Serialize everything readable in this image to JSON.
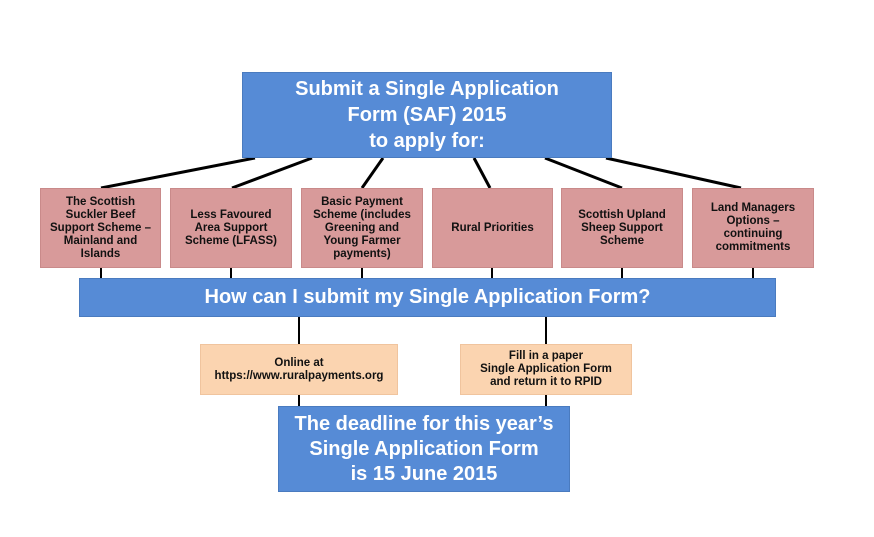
{
  "header": {
    "title": "Submit a Single Application\nForm (SAF) 2015\nto apply for:"
  },
  "schemes": [
    {
      "label": "The Scottish\nSuckler Beef\nSupport Scheme –\nMainland and\nIslands"
    },
    {
      "label": "Less Favoured\nArea Support\nScheme (LFASS)"
    },
    {
      "label": "Basic Payment\nScheme (includes\nGreening and\nYoung Farmer\npayments)"
    },
    {
      "label": "Rural Priorities"
    },
    {
      "label": "Scottish Upland\nSheep Support\nScheme"
    },
    {
      "label": "Land Managers\nOptions –\ncontinuing\ncommitments"
    }
  ],
  "question": {
    "label": "How can I submit my Single Application Form?"
  },
  "options": [
    {
      "label": "Online at\nhttps://www.ruralpayments.org"
    },
    {
      "label": "Fill in a paper\nSingle Application Form\nand return it to RPID"
    }
  ],
  "deadline": {
    "label": "The deadline for this year’s\nSingle Application Form\nis 15 June 2015"
  },
  "colors": {
    "blue": "#568bd6",
    "pink": "#d89a9a",
    "peach": "#fbd4b0",
    "line": "#000000"
  }
}
